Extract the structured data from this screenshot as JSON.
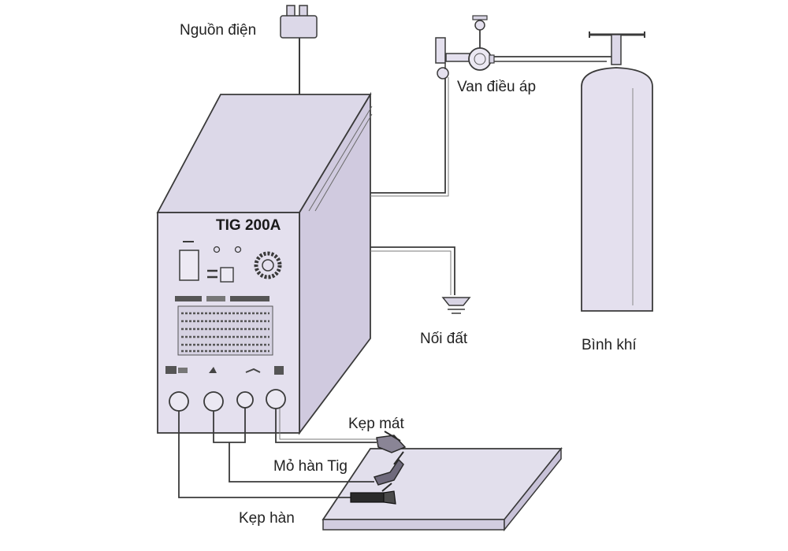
{
  "labels": {
    "power": "Nguồn điện",
    "regulator": "Van điều áp",
    "cylinder": "Bình khí",
    "ground": "Nối đất",
    "ground_clamp": "Kẹp mát",
    "tig_torch": "Mỏ hàn Tig",
    "electrode_holder": "Kẹp hàn"
  },
  "machine": {
    "model": "TIG 200A"
  },
  "colors": {
    "body": "#e4e0ee",
    "body_side": "#d4cfe2",
    "body_top": "#dcd8e8",
    "line": "#3a3a3a",
    "workpiece": "#e2dfec"
  }
}
